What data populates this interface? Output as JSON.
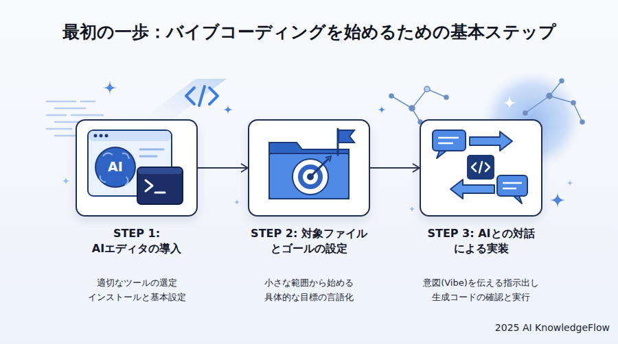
{
  "diagram": {
    "title": "最初の一歩：バイブコーディングを始めるための基本ステップ",
    "nodes": [
      {
        "text": [
          "STEP 1: AIエディタの導入",
          "適切なツールの選定 インストールと基本設定"
        ]
      },
      {
        "text": [
          "STEP 2: 対象ファイル とゴールの設定",
          "小さな範囲から始める 具体的な目標の言語化"
        ]
      },
      {
        "text": [
          "STEP 3: AIとの対話 による実装",
          "意図(Vibe)を伝える指示出し 生成コードの確認と実行"
        ]
      }
    ],
    "edges": [
      {
        "from": 0,
        "to": 1,
        "arrow": "to"
      },
      {
        "from": 1,
        "to": 2,
        "arrow": "to"
      }
    ],
    "labels": [
      "AI",
      "2025 AI KnowledgeFlow"
    ]
  }
}
